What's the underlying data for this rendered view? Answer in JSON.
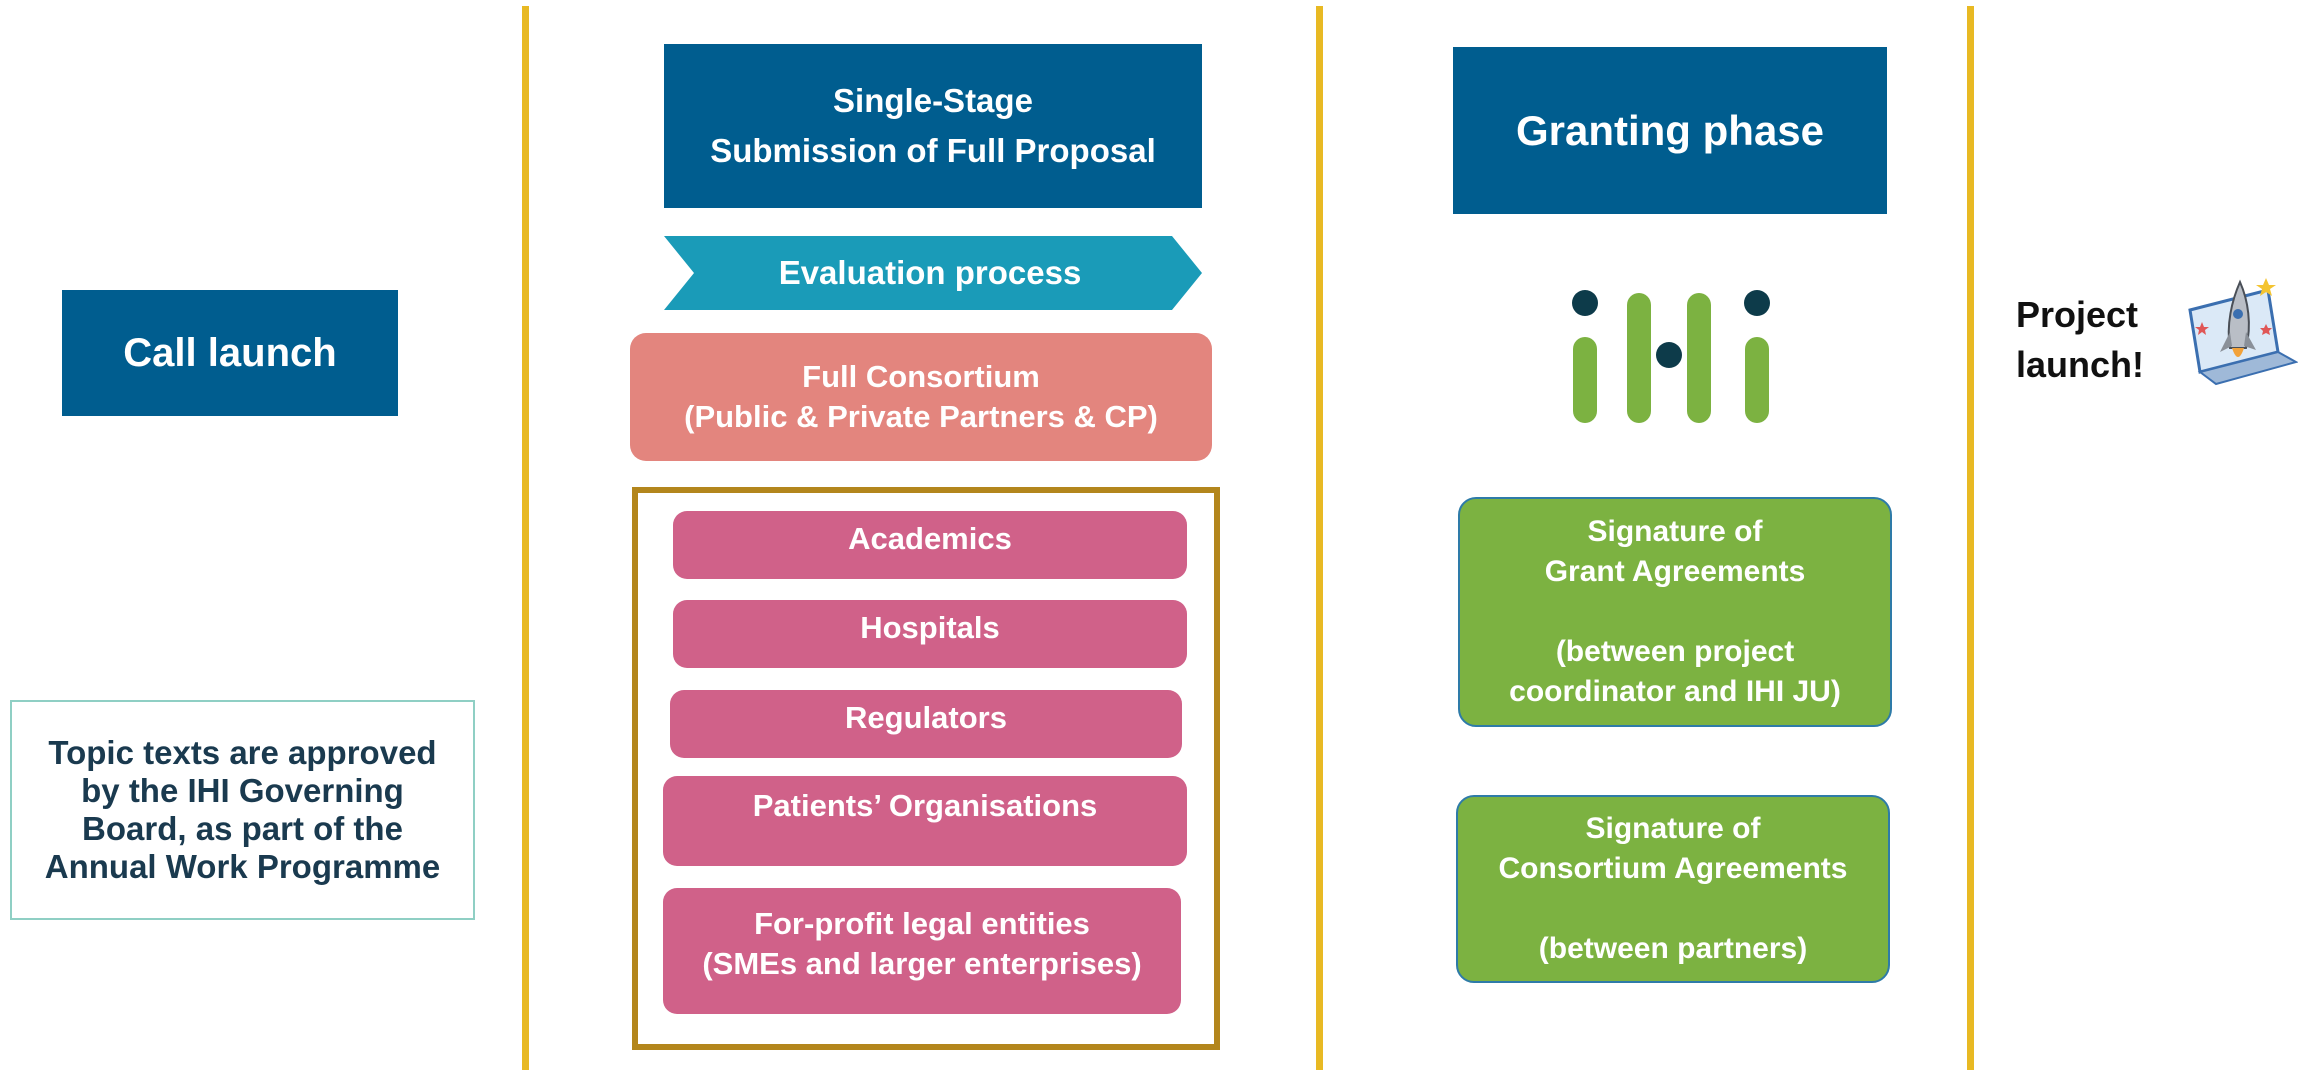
{
  "columns": {
    "call": {
      "title": "Call launch",
      "note": "Topic texts are approved\nby the IHI Governing\nBoard, as part of the\nAnnual Work Programme"
    },
    "submission": {
      "title": "Single-Stage\nSubmission of Full Proposal",
      "evaluation": "Evaluation process",
      "consortium": "Full Consortium\n(Public & Private Partners & CP)",
      "partners": [
        "Academics",
        "Hospitals",
        "Regulators",
        "Patients’ Organisations",
        "For-profit legal entities\n(SMEs and larger enterprises)"
      ]
    },
    "granting": {
      "title": "Granting phase",
      "logo": "ihi-logo",
      "grant_agreements": "Signature of\nGrant Agreements\n\n(between project\ncoordinator and IHI JU)",
      "consortium_agreements": "Signature of\nConsortium Agreements\n\n(between partners)"
    },
    "launch": {
      "text": "Project\nlaunch!",
      "icon": "rocket-laptop-icon"
    }
  },
  "colors": {
    "divider": "#e8b923",
    "blue": "#005d8f",
    "teal": "#1a9bb8",
    "salmon": "#e3857e",
    "pink": "#d06189",
    "green": "#7cb241",
    "frame": "#b3861c"
  }
}
